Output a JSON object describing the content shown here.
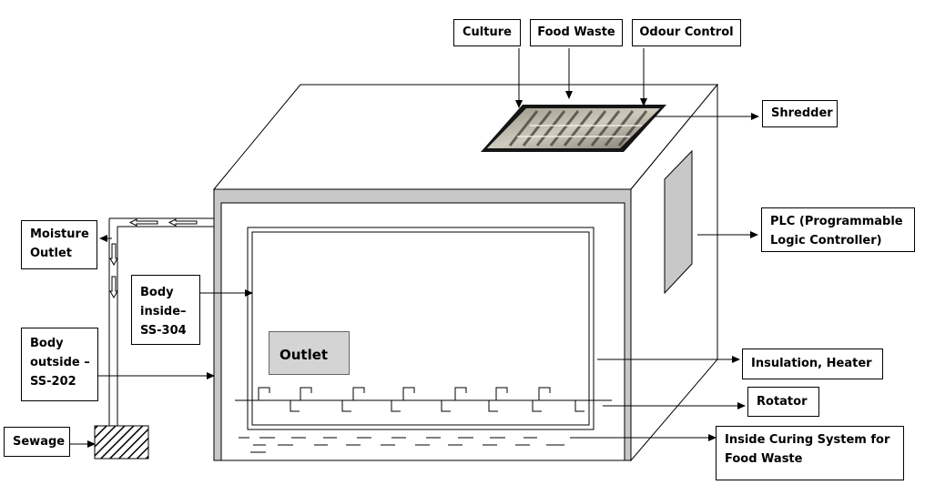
{
  "labels": {
    "culture": "Culture",
    "food_waste": "Food Waste",
    "odour_control": "Odour Control",
    "shredder": "Shredder",
    "plc_line1": "PLC (Programmable",
    "plc_line2": "Logic Controller)",
    "moisture_line1": "Moisture",
    "moisture_line2": "Outlet",
    "body_inside_line1": "Body",
    "body_inside_line2": "inside–",
    "body_inside_line3": "SS-304",
    "body_outside_line1": "Body",
    "body_outside_line2": "outside –",
    "body_outside_line3": "SS-202",
    "outlet": "Outlet",
    "insulation": "Insulation, Heater",
    "rotator": "Rotator",
    "sewage": "Sewage",
    "curing_line1": "Inside Curing System for",
    "curing_line2": "Food Waste"
  },
  "colors": {
    "frame_gray": "#c8c8c8",
    "outlet_gray": "#d4d4d4",
    "line": "#000000"
  }
}
